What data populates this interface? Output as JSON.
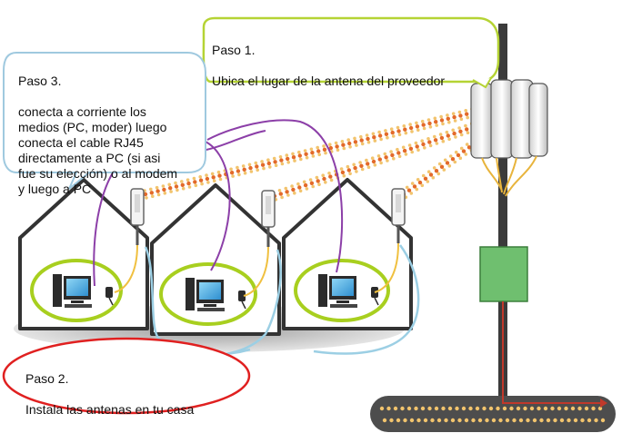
{
  "callouts": {
    "step1": {
      "title": "Paso 1.",
      "body": "Ubica el lugar de la antena del proveedor",
      "border_color": "#b5d334"
    },
    "step2": {
      "title": "Paso 2.",
      "body": "Instala las antenas en tu casa",
      "border_color": "#e02020"
    },
    "step3": {
      "title": "Paso 3.",
      "body": "conecta a corriente los\nmedios (PC, moder) luego\nconecta el cable RJ45\ndirectamente a PC  (si asi\nfue su elección) o al modem\ny luego a PC",
      "border_color": "#9fc9df"
    }
  },
  "colors": {
    "signal_dots_light": "#f2c46d",
    "signal_dots_dark": "#e36a2a",
    "cable_purple": "#8c3fa8",
    "cable_blue": "#9ccfe4",
    "house_highlight": "#a8cf1f",
    "tower_box": "#6fbf6f",
    "ground_line": "#c0392b"
  },
  "icons": {
    "house": "house-icon",
    "computer": "computer-icon",
    "modem": "modem-icon",
    "antenna": "antenna-icon",
    "tower": "tower-icon",
    "fiber_cable": "fiber-cable-icon"
  }
}
